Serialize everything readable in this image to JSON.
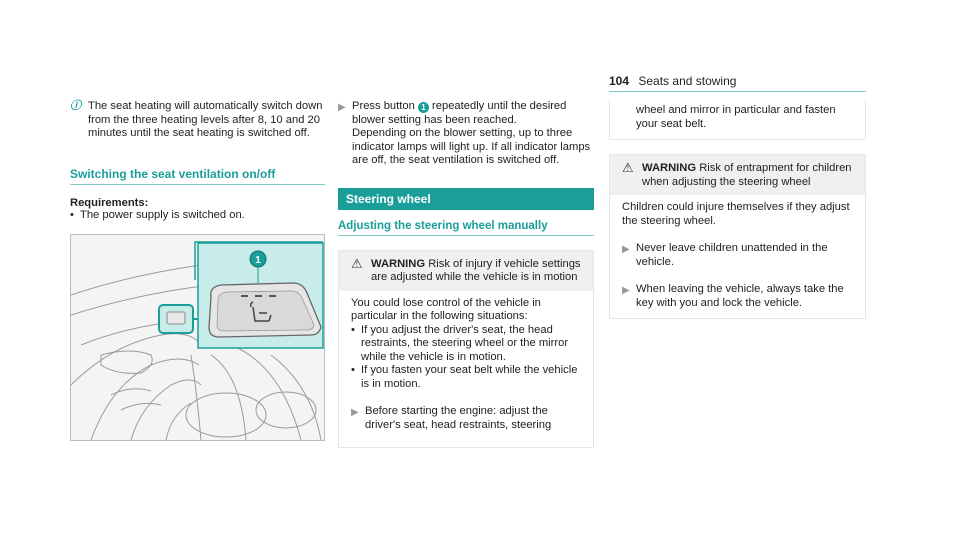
{
  "header": {
    "page_number": "104",
    "section": "Seats and stowing"
  },
  "note": {
    "text": "The seat heating will automatically switch down from the three heating levels after 8, 10 and 20 minutes until the seat heating is switched off."
  },
  "ventilation": {
    "title": "Switching the seat ventilation on/off",
    "requirements_label": "Requirements:",
    "requirement": "The power supply is switched on.",
    "figure_callout": "1",
    "step1_pre": "Press button",
    "step1_num": "1",
    "step1_post": "repeatedly until the desired blower setting has been reached.",
    "step1_detail": "Depending on the blower setting, up to three indicator lamps will light up. If all indicator lamps are off, the seat ventilation is switched off."
  },
  "steering": {
    "bar_title": "Steering wheel",
    "subtitle": "Adjusting the steering wheel manually",
    "warning1": {
      "label": "WARNING",
      "head_text": "Risk of injury if vehicle settings are adjusted while the vehicle is in motion",
      "body": "You could lose control of the vehicle in particular in the following situations:",
      "bullets": [
        "If you adjust the driver's seat, the head restraints, the steering wheel or the mirror while the vehicle is in motion.",
        "If you fasten your seat belt while the vehicle is in motion."
      ],
      "step": "Before starting the engine: adjust the driver's seat, head restraints, steering",
      "continuation": "wheel and mirror in particular and fasten your seat belt."
    },
    "warning2": {
      "label": "WARNING",
      "head_text": "Risk of entrapment for children when adjusting the steering wheel",
      "body": "Children could injure themselves if they adjust the steering wheel.",
      "steps": [
        "Never leave children unattended in the vehicle.",
        "When leaving the vehicle, always take the key with you and lock the vehicle."
      ]
    }
  },
  "colors": {
    "accent": "#1a9e9a",
    "accent_light": "#c7ecea",
    "line": "#7fc8c6"
  }
}
